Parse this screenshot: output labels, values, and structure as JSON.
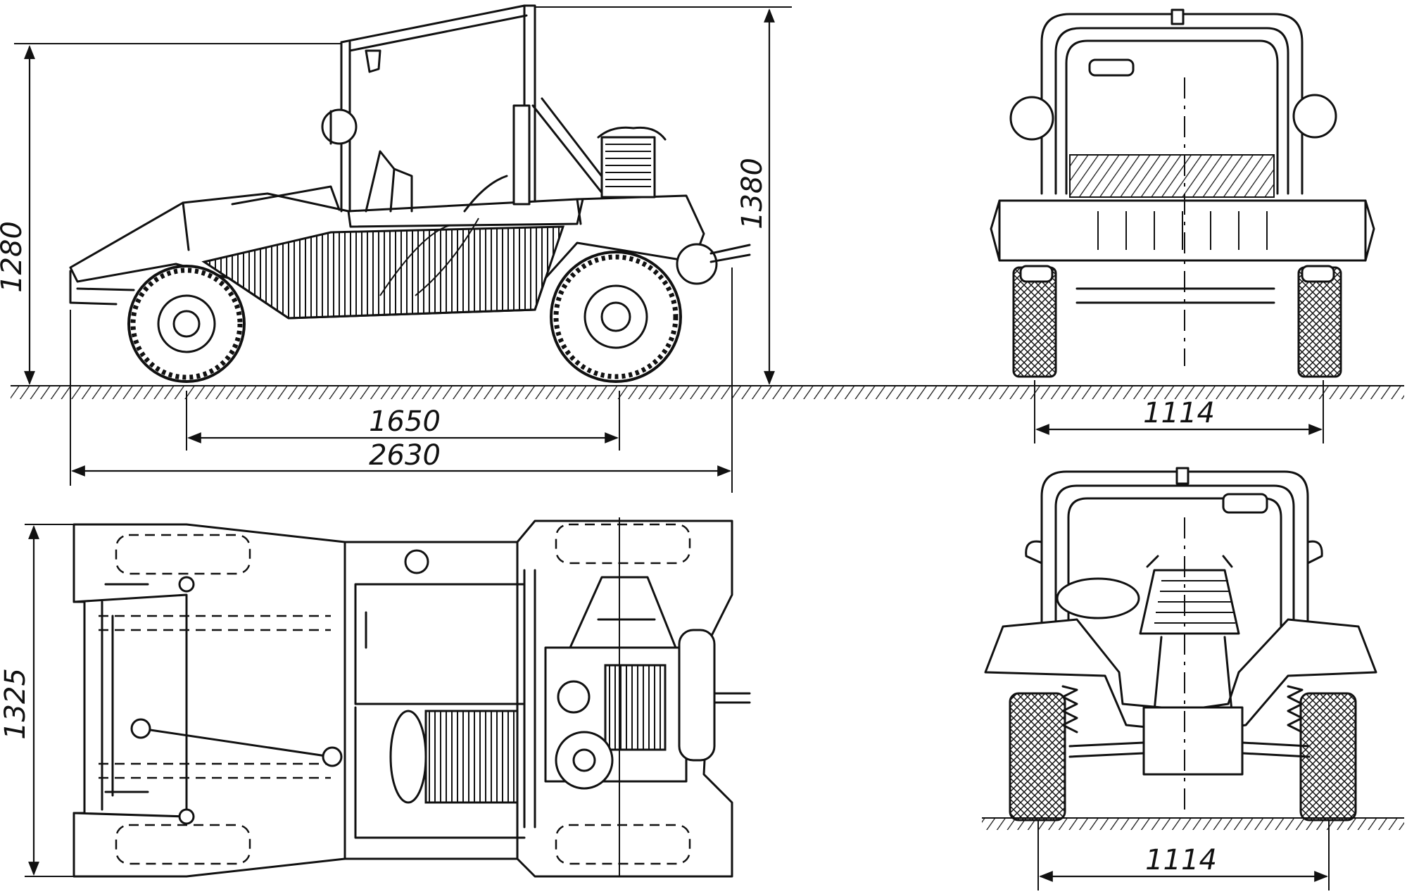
{
  "dimensions": {
    "height_1": "1280",
    "height_2": "1380",
    "wheelbase": "1650",
    "length": "2630",
    "width": "1325",
    "track_rear": "1114",
    "track_front": "1114"
  }
}
